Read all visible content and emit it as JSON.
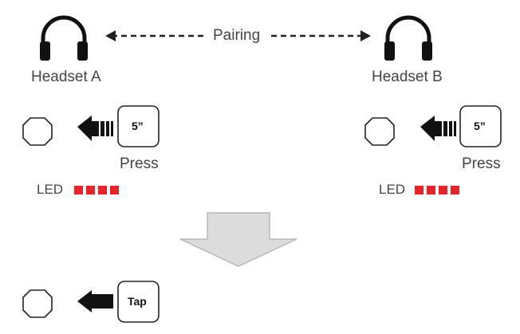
{
  "pairing": {
    "label": "Pairing"
  },
  "headset_a": {
    "name": "Headset A",
    "step1": {
      "key_label": "5”",
      "action": "Press",
      "led_label": "LED",
      "led_count": 4
    },
    "step2": {
      "key_label": "Tap"
    }
  },
  "headset_b": {
    "name": "Headset B",
    "step1": {
      "key_label": "5”",
      "action": "Press",
      "led_label": "LED",
      "led_count": 4
    }
  },
  "colors": {
    "led": "#e8242b",
    "outline": "#222222",
    "big_arrow_fill": "#dcdcdc",
    "big_arrow_stroke": "#b8b8b8"
  },
  "icons": {
    "headset": "headphones-icon",
    "button": "octagon-button-icon",
    "press_arrow": "striped-left-arrow-icon",
    "tap_arrow": "solid-left-arrow-icon",
    "next_step": "big-down-arrow-icon"
  }
}
